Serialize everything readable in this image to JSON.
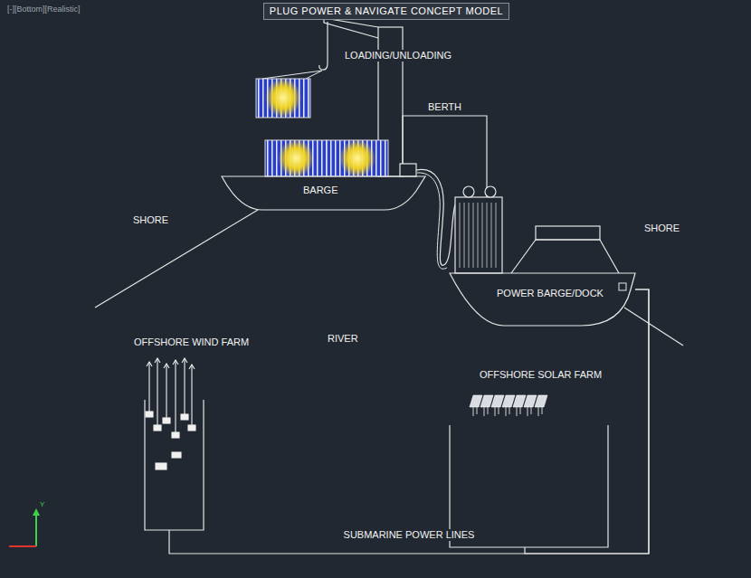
{
  "diagram": {
    "title": "PLUG POWER & NAVIGATE CONCEPT MODEL",
    "nodes": [
      {
        "text": [
          "BARGE"
        ]
      },
      {
        "text": [
          "POWER BARGE/DOCK"
        ]
      },
      {
        "text": [
          "OFFSHORE WIND FARM"
        ]
      },
      {
        "text": [
          "OFFSHORE SOLAR FARM"
        ]
      }
    ],
    "edges": [
      {
        "from": 0,
        "to": 1,
        "arrow": "none",
        "label": "BERTH"
      },
      {
        "from": 2,
        "to": 1,
        "arrow": "none",
        "label": "SUBMARINE POWER LINES"
      },
      {
        "from": 3,
        "to": 1,
        "arrow": "none"
      }
    ],
    "labels": [
      "[-][Bottom][Realistic]",
      "LOADING/UNLOADING",
      "SHORE",
      "SHORE",
      "RIVER",
      "Y"
    ]
  }
}
